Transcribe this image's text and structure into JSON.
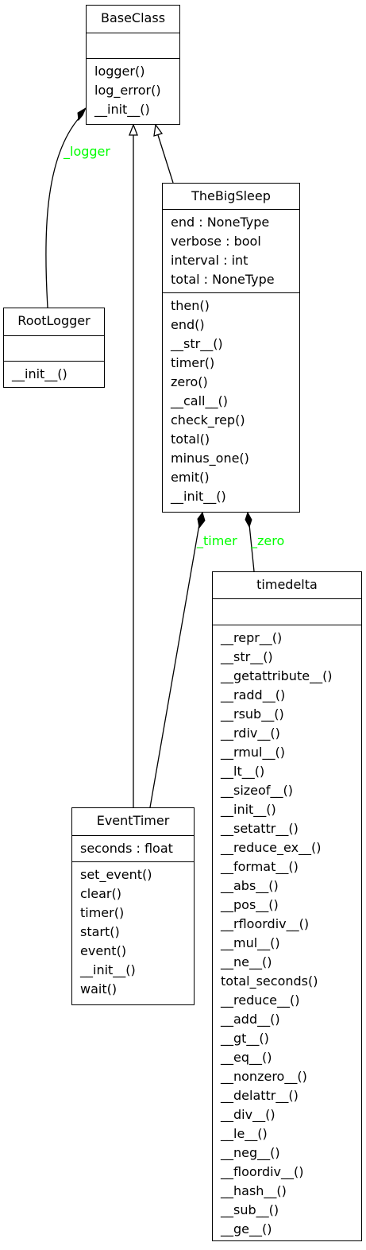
{
  "classes": {
    "base_class": {
      "name": "BaseClass",
      "attributes": [],
      "methods": [
        "logger()",
        "log_error()",
        "__init__()"
      ]
    },
    "root_logger": {
      "name": "RootLogger",
      "attributes": [],
      "methods": [
        "__init__()"
      ]
    },
    "the_big_sleep": {
      "name": "TheBigSleep",
      "attributes": [
        "end : NoneType",
        "verbose : bool",
        "interval : int",
        "total : NoneType"
      ],
      "methods": [
        "then()",
        "end()",
        "__str__()",
        "timer()",
        "zero()",
        "__call__()",
        "check_rep()",
        "total()",
        "minus_one()",
        "emit()",
        "__init__()"
      ]
    },
    "event_timer": {
      "name": "EventTimer",
      "attributes": [
        "seconds : float"
      ],
      "methods": [
        "set_event()",
        "clear()",
        "timer()",
        "start()",
        "event()",
        "__init__()",
        "wait()"
      ]
    },
    "timedelta": {
      "name": "timedelta",
      "attributes": [],
      "methods": [
        "__repr__()",
        "__str__()",
        "__getattribute__()",
        "__radd__()",
        "__rsub__()",
        "__rdiv__()",
        "__rmul__()",
        "__lt__()",
        "__sizeof__()",
        "__init__()",
        "__setattr__()",
        "__reduce_ex__()",
        "__format__()",
        "__abs__()",
        "__pos__()",
        "__rfloordiv__()",
        "__mul__()",
        "__ne__()",
        "total_seconds()",
        "__reduce__()",
        "__add__()",
        "__gt__()",
        "__eq__()",
        "__nonzero__()",
        "__delattr__()",
        "__div__()",
        "__le__()",
        "__neg__()",
        "__floordiv__()",
        "__hash__()",
        "__sub__()",
        "__ge__()"
      ]
    }
  },
  "edge_labels": {
    "logger": "_logger",
    "timer": "_timer",
    "zero": "_zero"
  },
  "colors": {
    "edge_label": "#00ff00",
    "line": "#000000"
  }
}
